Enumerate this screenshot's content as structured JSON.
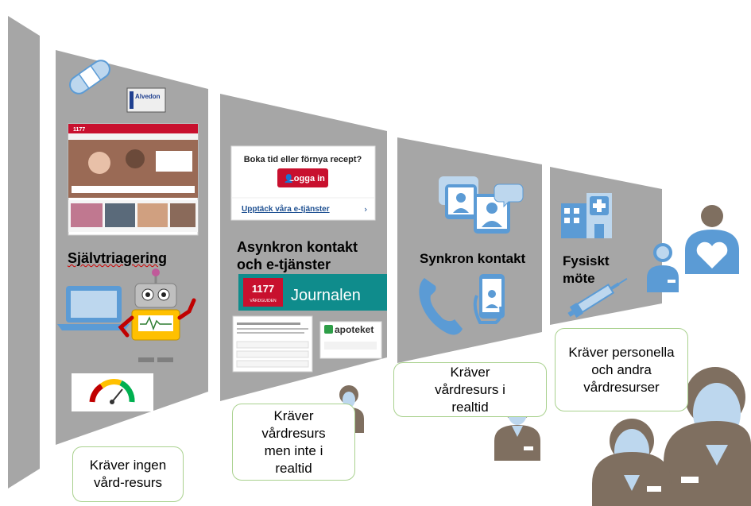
{
  "stages": [
    {
      "title": "Självtriagering",
      "note": "Kräver ingen vård-resurs"
    },
    {
      "title": "Asynkron kontakt och e-tjänster",
      "note": "Kräver vårdresurs men inte i realtid"
    },
    {
      "title": "Synkron kontakt",
      "note": "Kräver vårdresurs i realtid"
    },
    {
      "title": "Fysiskt möte",
      "note": "Kräver personella och andra vårdresurser"
    }
  ],
  "screens": {
    "alvedon": "Alvedon",
    "booking_question": "Boka tid eller förnya recept?",
    "login_button": "Logga in",
    "discover_link": "Upptäck våra e-tjänster",
    "journal_logo_number": "1177",
    "journal_logo_sub": "VÅRDGUIDEN",
    "journal_title": "Journalen",
    "apoteket": "apoteket",
    "site_logo": "1177"
  },
  "colors": {
    "panel": "#a6a6a6",
    "icon_blue": "#5b9bd5",
    "icon_light": "#bdd7ee",
    "person": "#7f6f60",
    "box_border": "#a9d18e",
    "brand_red": "#c8102e",
    "journal_teal": "#0f8c8c"
  },
  "icons": [
    "bandage-icon",
    "laptop-icon",
    "robot-icon",
    "gauge-icon",
    "tablet-video-icon",
    "phone-icon",
    "smartphone-icon",
    "hospital-icon",
    "syringe-icon",
    "nurse-icon",
    "doctor-heart-icon"
  ]
}
